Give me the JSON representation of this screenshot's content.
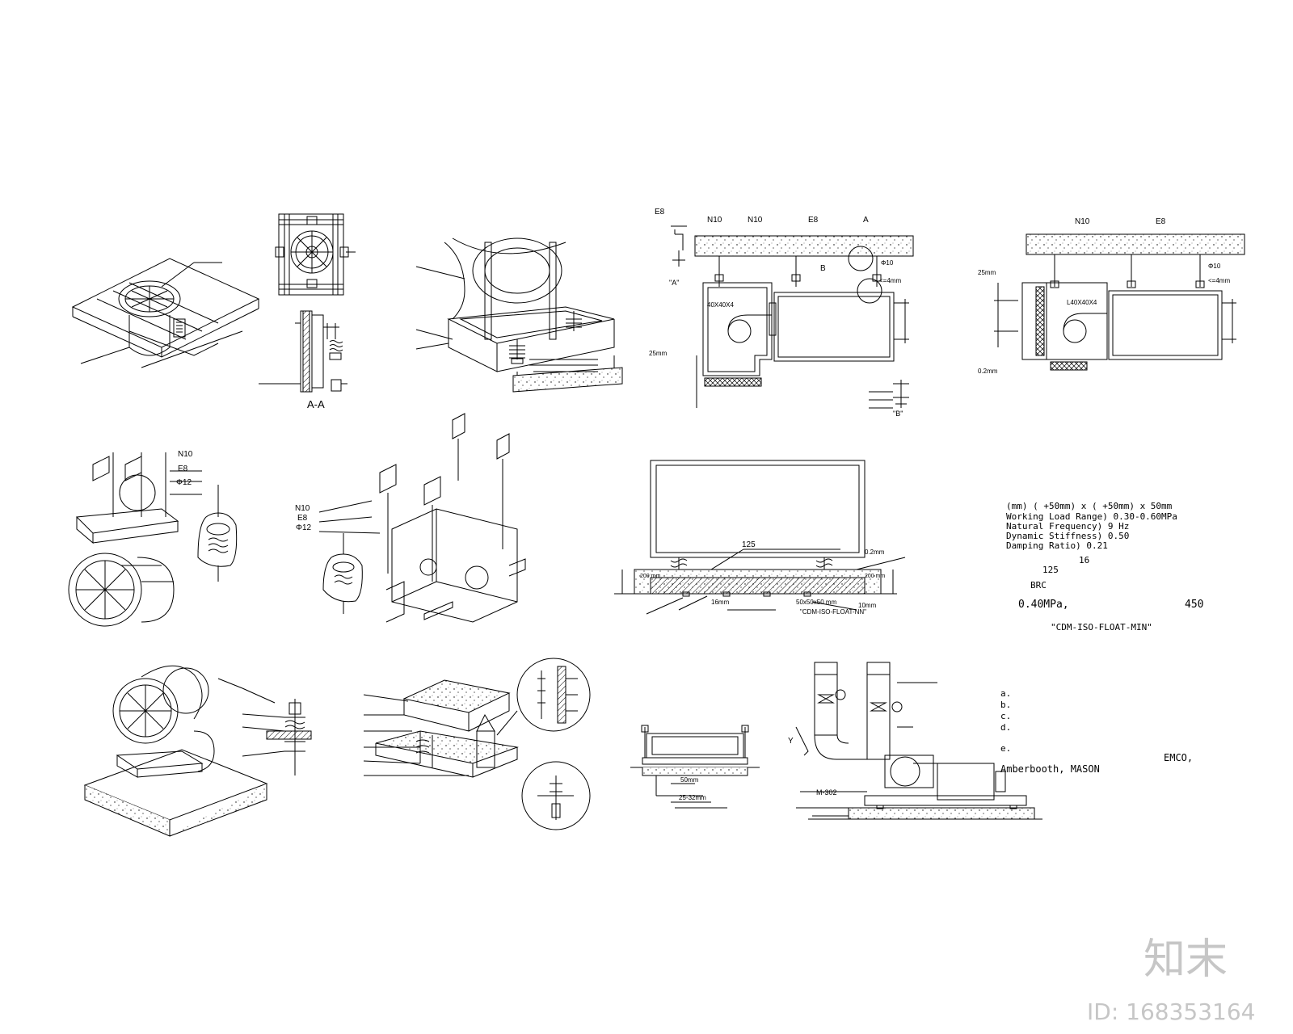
{
  "section_label": "A-A",
  "labels": {
    "n10": "N10",
    "e8": "E8",
    "phi12": "Φ12",
    "phi10": "Φ10",
    "a": "A",
    "b": "B",
    "a_detail": "\"A\"",
    "b_detail": "\"B\"",
    "angle": "40X40X4",
    "angle2": "L40X40X4",
    "clear_gap": "<=4mm",
    "mm25": "25mm",
    "mm02": "0.2mm",
    "mm200": "200 mm",
    "mm10": "10mm",
    "mm16": "16mm",
    "mm125": "125",
    "bracket": "50x50x50 mm",
    "cdm_nn": "\"CDM-ISO-FLOAT-NN\"",
    "mm50": "50mm",
    "thickness": "25-32mm",
    "pump_code": "M-302",
    "y": "Y"
  },
  "notes": {
    "size_formula": "(mm)      ( +50mm) x ( +50mm) x 50mm",
    "load_range": "Working Load Range)  0.30-0.60MPa",
    "natural_freq": "Natural Frequency)      9 Hz",
    "dyn_stiff": "Dynamic Stiffness)      0.50",
    "damping": "Damping Ratio)          0.21",
    "p125": "125",
    "p16": "16",
    "brc": "BRC",
    "mpa": "0.40MPa,",
    "p450": "450",
    "cdm_min": "\"CDM-ISO-FLOAT-MIN\"",
    "list_a": "a.",
    "list_b": "b.",
    "list_c": "c.",
    "list_d": "d.",
    "list_e": "e.",
    "brands1": "EMCO,",
    "brands2": "Amberbooth, MASON"
  },
  "watermark": {
    "logo": "知末",
    "id": "ID: 168353164"
  }
}
